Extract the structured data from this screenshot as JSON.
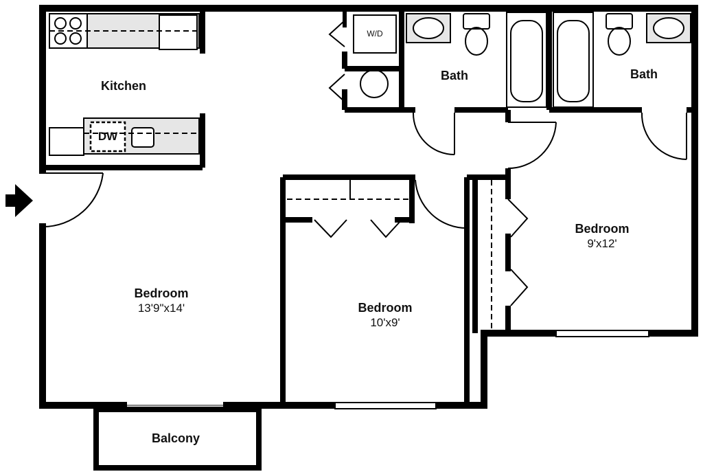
{
  "floorplan": {
    "rooms": {
      "kitchen": {
        "name": "Kitchen"
      },
      "bath_left": {
        "name": "Bath"
      },
      "bath_right": {
        "name": "Bath"
      },
      "bedroom_main": {
        "name": "Bedroom",
        "dimensions": "13'9\"x14'"
      },
      "bedroom_middle": {
        "name": "Bedroom",
        "dimensions": "10'x9'"
      },
      "bedroom_right": {
        "name": "Bedroom",
        "dimensions": "9'x12'"
      },
      "balcony": {
        "name": "Balcony"
      }
    },
    "appliances": {
      "washer_dryer": "W/D",
      "dishwasher": "DW"
    },
    "icons": {
      "entry": "arrow-right-icon"
    },
    "colors": {
      "wall": "#000000",
      "counter": "#e6e6e6",
      "background": "#ffffff"
    }
  }
}
